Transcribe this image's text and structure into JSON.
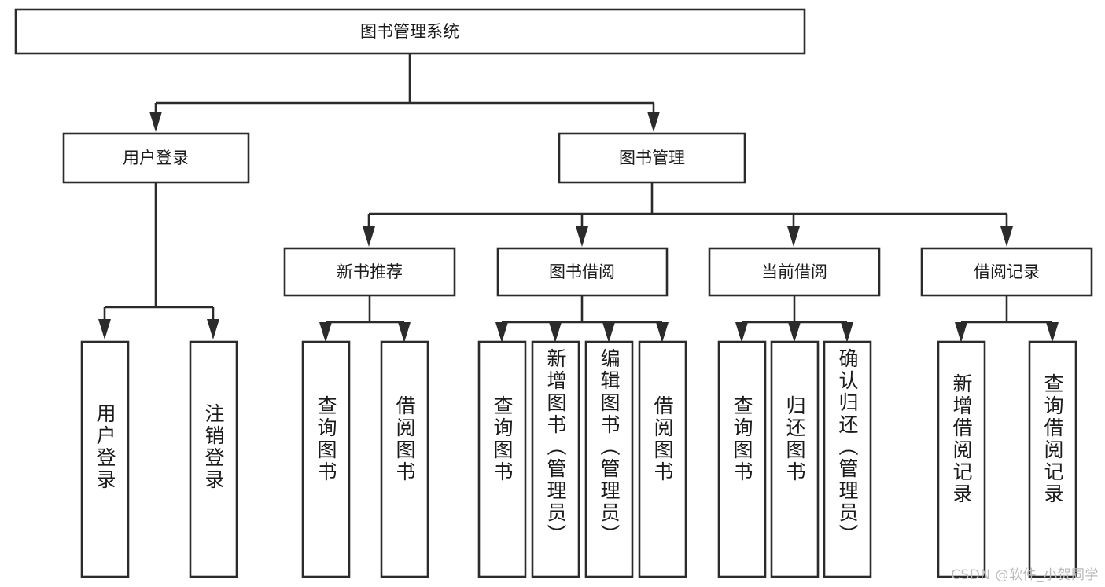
{
  "diagram": {
    "type": "tree-hierarchy",
    "title": "图书管理系统",
    "watermark": "CSDN @软件_小贺同学",
    "colors": {
      "stroke": "#2b2b2b",
      "fill": "#ffffff",
      "text": "#1b1b1b",
      "watermark": "#b9b9b9"
    },
    "root": {
      "label": "图书管理系统"
    },
    "level2": [
      {
        "label": "用户登录"
      },
      {
        "label": "图书管理"
      }
    ],
    "level3": [
      {
        "label": "新书推荐"
      },
      {
        "label": "图书借阅"
      },
      {
        "label": "当前借阅"
      },
      {
        "label": "借阅记录"
      }
    ],
    "leaves": {
      "user_login": [
        {
          "label": "用户登录"
        },
        {
          "label": "注销登录"
        }
      ],
      "new_book_recommend": [
        {
          "label": "查询图书"
        },
        {
          "label": "借阅图书"
        }
      ],
      "book_borrow": [
        {
          "label": "查询图书"
        },
        {
          "label": "新增图书（管理员）"
        },
        {
          "label": "编辑图书（管理员）"
        },
        {
          "label": "借阅图书"
        }
      ],
      "current_borrow": [
        {
          "label": "查询图书"
        },
        {
          "label": "归还图书"
        },
        {
          "label": "确认归还（管理员）"
        }
      ],
      "borrow_record": [
        {
          "label": "新增借阅记录"
        },
        {
          "label": "查询借阅记录"
        }
      ]
    }
  }
}
